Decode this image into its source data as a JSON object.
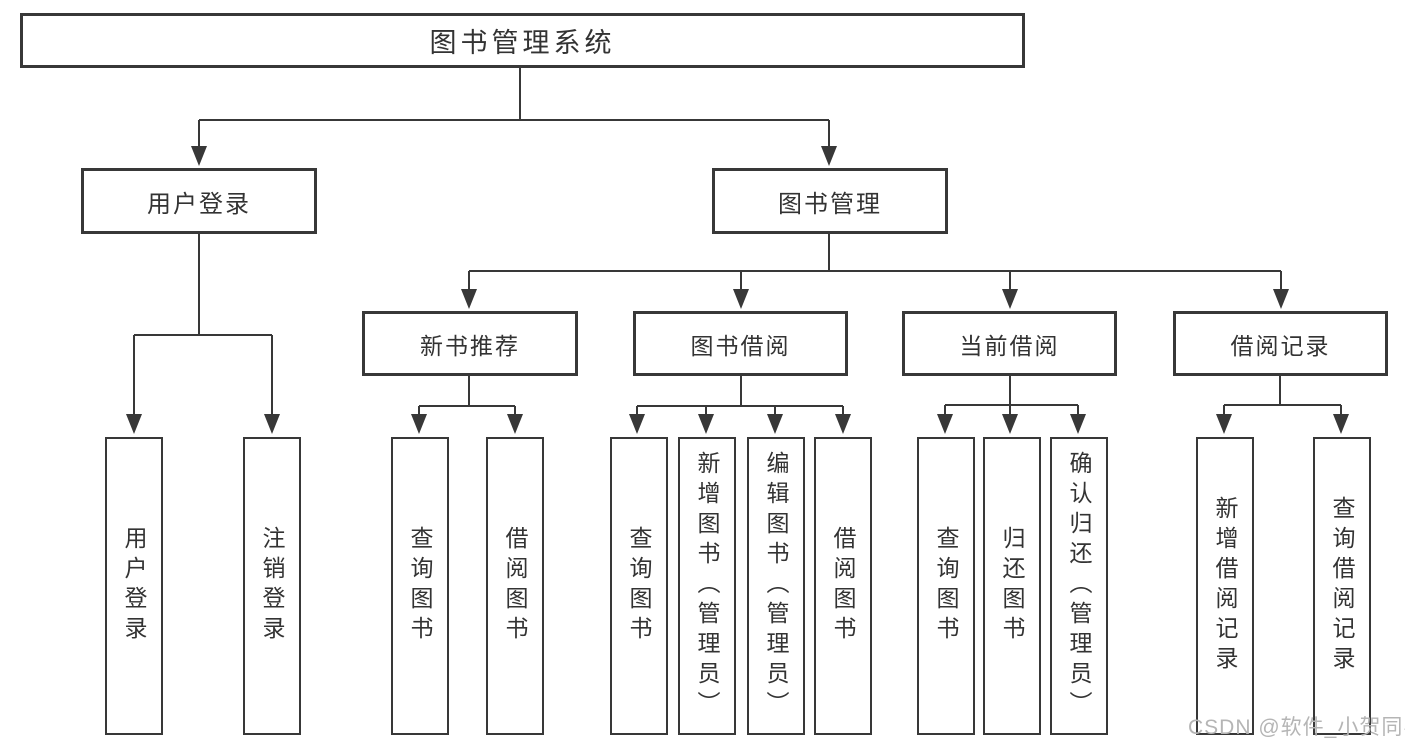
{
  "tree": {
    "root": {
      "label": "图书管理系统"
    },
    "children": [
      {
        "label": "用户登录",
        "children": [
          {
            "label": "用户登录"
          },
          {
            "label": "注销登录"
          }
        ]
      },
      {
        "label": "图书管理",
        "children": [
          {
            "label": "新书推荐",
            "children": [
              {
                "label": "查询图书"
              },
              {
                "label": "借阅图书"
              }
            ]
          },
          {
            "label": "图书借阅",
            "children": [
              {
                "label": "查询图书"
              },
              {
                "label": "新增图书（管理员）"
              },
              {
                "label": "编辑图书（管理员）"
              },
              {
                "label": "借阅图书"
              }
            ]
          },
          {
            "label": "当前借阅",
            "children": [
              {
                "label": "查询图书"
              },
              {
                "label": "归还图书"
              },
              {
                "label": "确认归还（管理员）"
              }
            ]
          },
          {
            "label": "借阅记录",
            "children": [
              {
                "label": "新增借阅记录"
              },
              {
                "label": "查询借阅记录"
              }
            ]
          }
        ]
      }
    ]
  },
  "watermark": {
    "text": "CSDN @软件_小贺同学",
    "color": "#b5b5b5"
  },
  "colors": {
    "line": "#383838",
    "border": "#383838",
    "text": "#333333",
    "background": "#ffffff",
    "wm": "#b5b5b5"
  }
}
